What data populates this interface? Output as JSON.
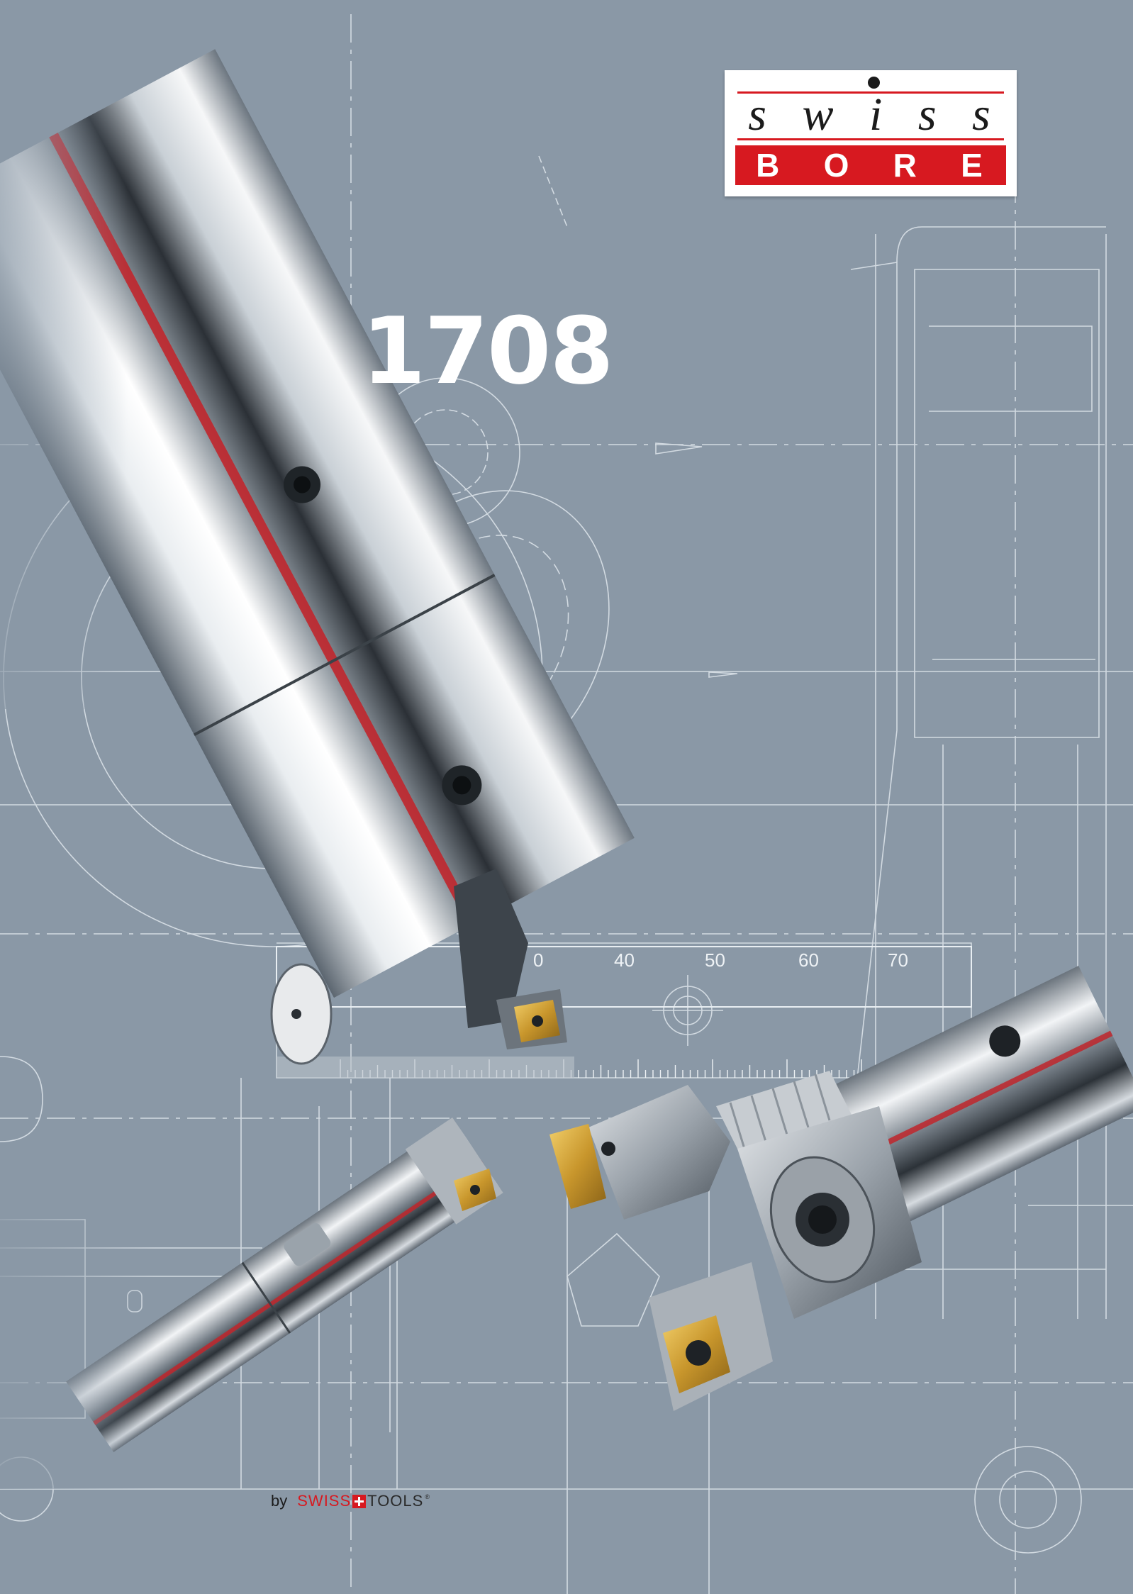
{
  "logo": {
    "swiss_letters": [
      "s",
      "w",
      "i",
      "s",
      "s"
    ],
    "bore_letters": [
      "B",
      "O",
      "R",
      "E"
    ]
  },
  "title": "1708",
  "ruler": {
    "labels": [
      "0",
      "40",
      "50",
      "60",
      "70"
    ]
  },
  "footer": {
    "by": "by",
    "brand_swiss": "SWISS",
    "brand_tools": "TOOLS",
    "registered": "®"
  },
  "colors": {
    "background": "#8a98a6",
    "brand_red": "#d71920",
    "line": "#dfe6ec",
    "insert_gold": "#c8962c"
  }
}
